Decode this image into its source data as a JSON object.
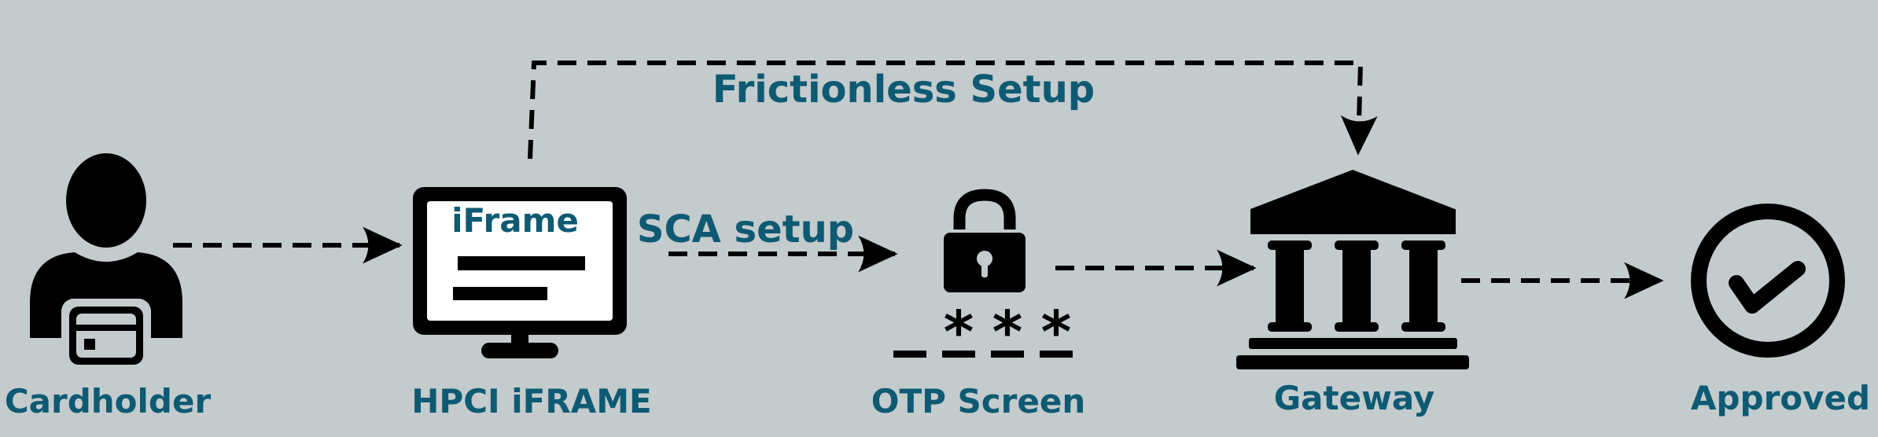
{
  "colors": {
    "background": "#c3cbcd",
    "label": "#0f5a73",
    "icon": "#000000"
  },
  "nodes": [
    {
      "id": "cardholder",
      "label": "Cardholder",
      "icon": "person-with-card-icon"
    },
    {
      "id": "hpci",
      "label": "HPCI iFRAME",
      "icon": "monitor-icon",
      "screen_text": "iFrame"
    },
    {
      "id": "otp",
      "label": "OTP Screen",
      "icon": "padlock-icon",
      "otp_mask": [
        "*",
        "*",
        "*",
        "*"
      ]
    },
    {
      "id": "gateway",
      "label": "Gateway",
      "icon": "bank-icon"
    },
    {
      "id": "approved",
      "label": "Approved",
      "icon": "checkmark-circle-icon"
    }
  ],
  "edges": [
    {
      "from": "cardholder",
      "to": "hpci",
      "label": "",
      "style": "dashed"
    },
    {
      "from": "hpci",
      "to": "otp",
      "label": "SCA setup",
      "style": "dashed"
    },
    {
      "from": "otp",
      "to": "gateway",
      "label": "",
      "style": "dashed"
    },
    {
      "from": "gateway",
      "to": "approved",
      "label": "",
      "style": "dashed"
    },
    {
      "from": "hpci",
      "to": "gateway",
      "label": "Frictionless Setup",
      "style": "dashed"
    }
  ]
}
